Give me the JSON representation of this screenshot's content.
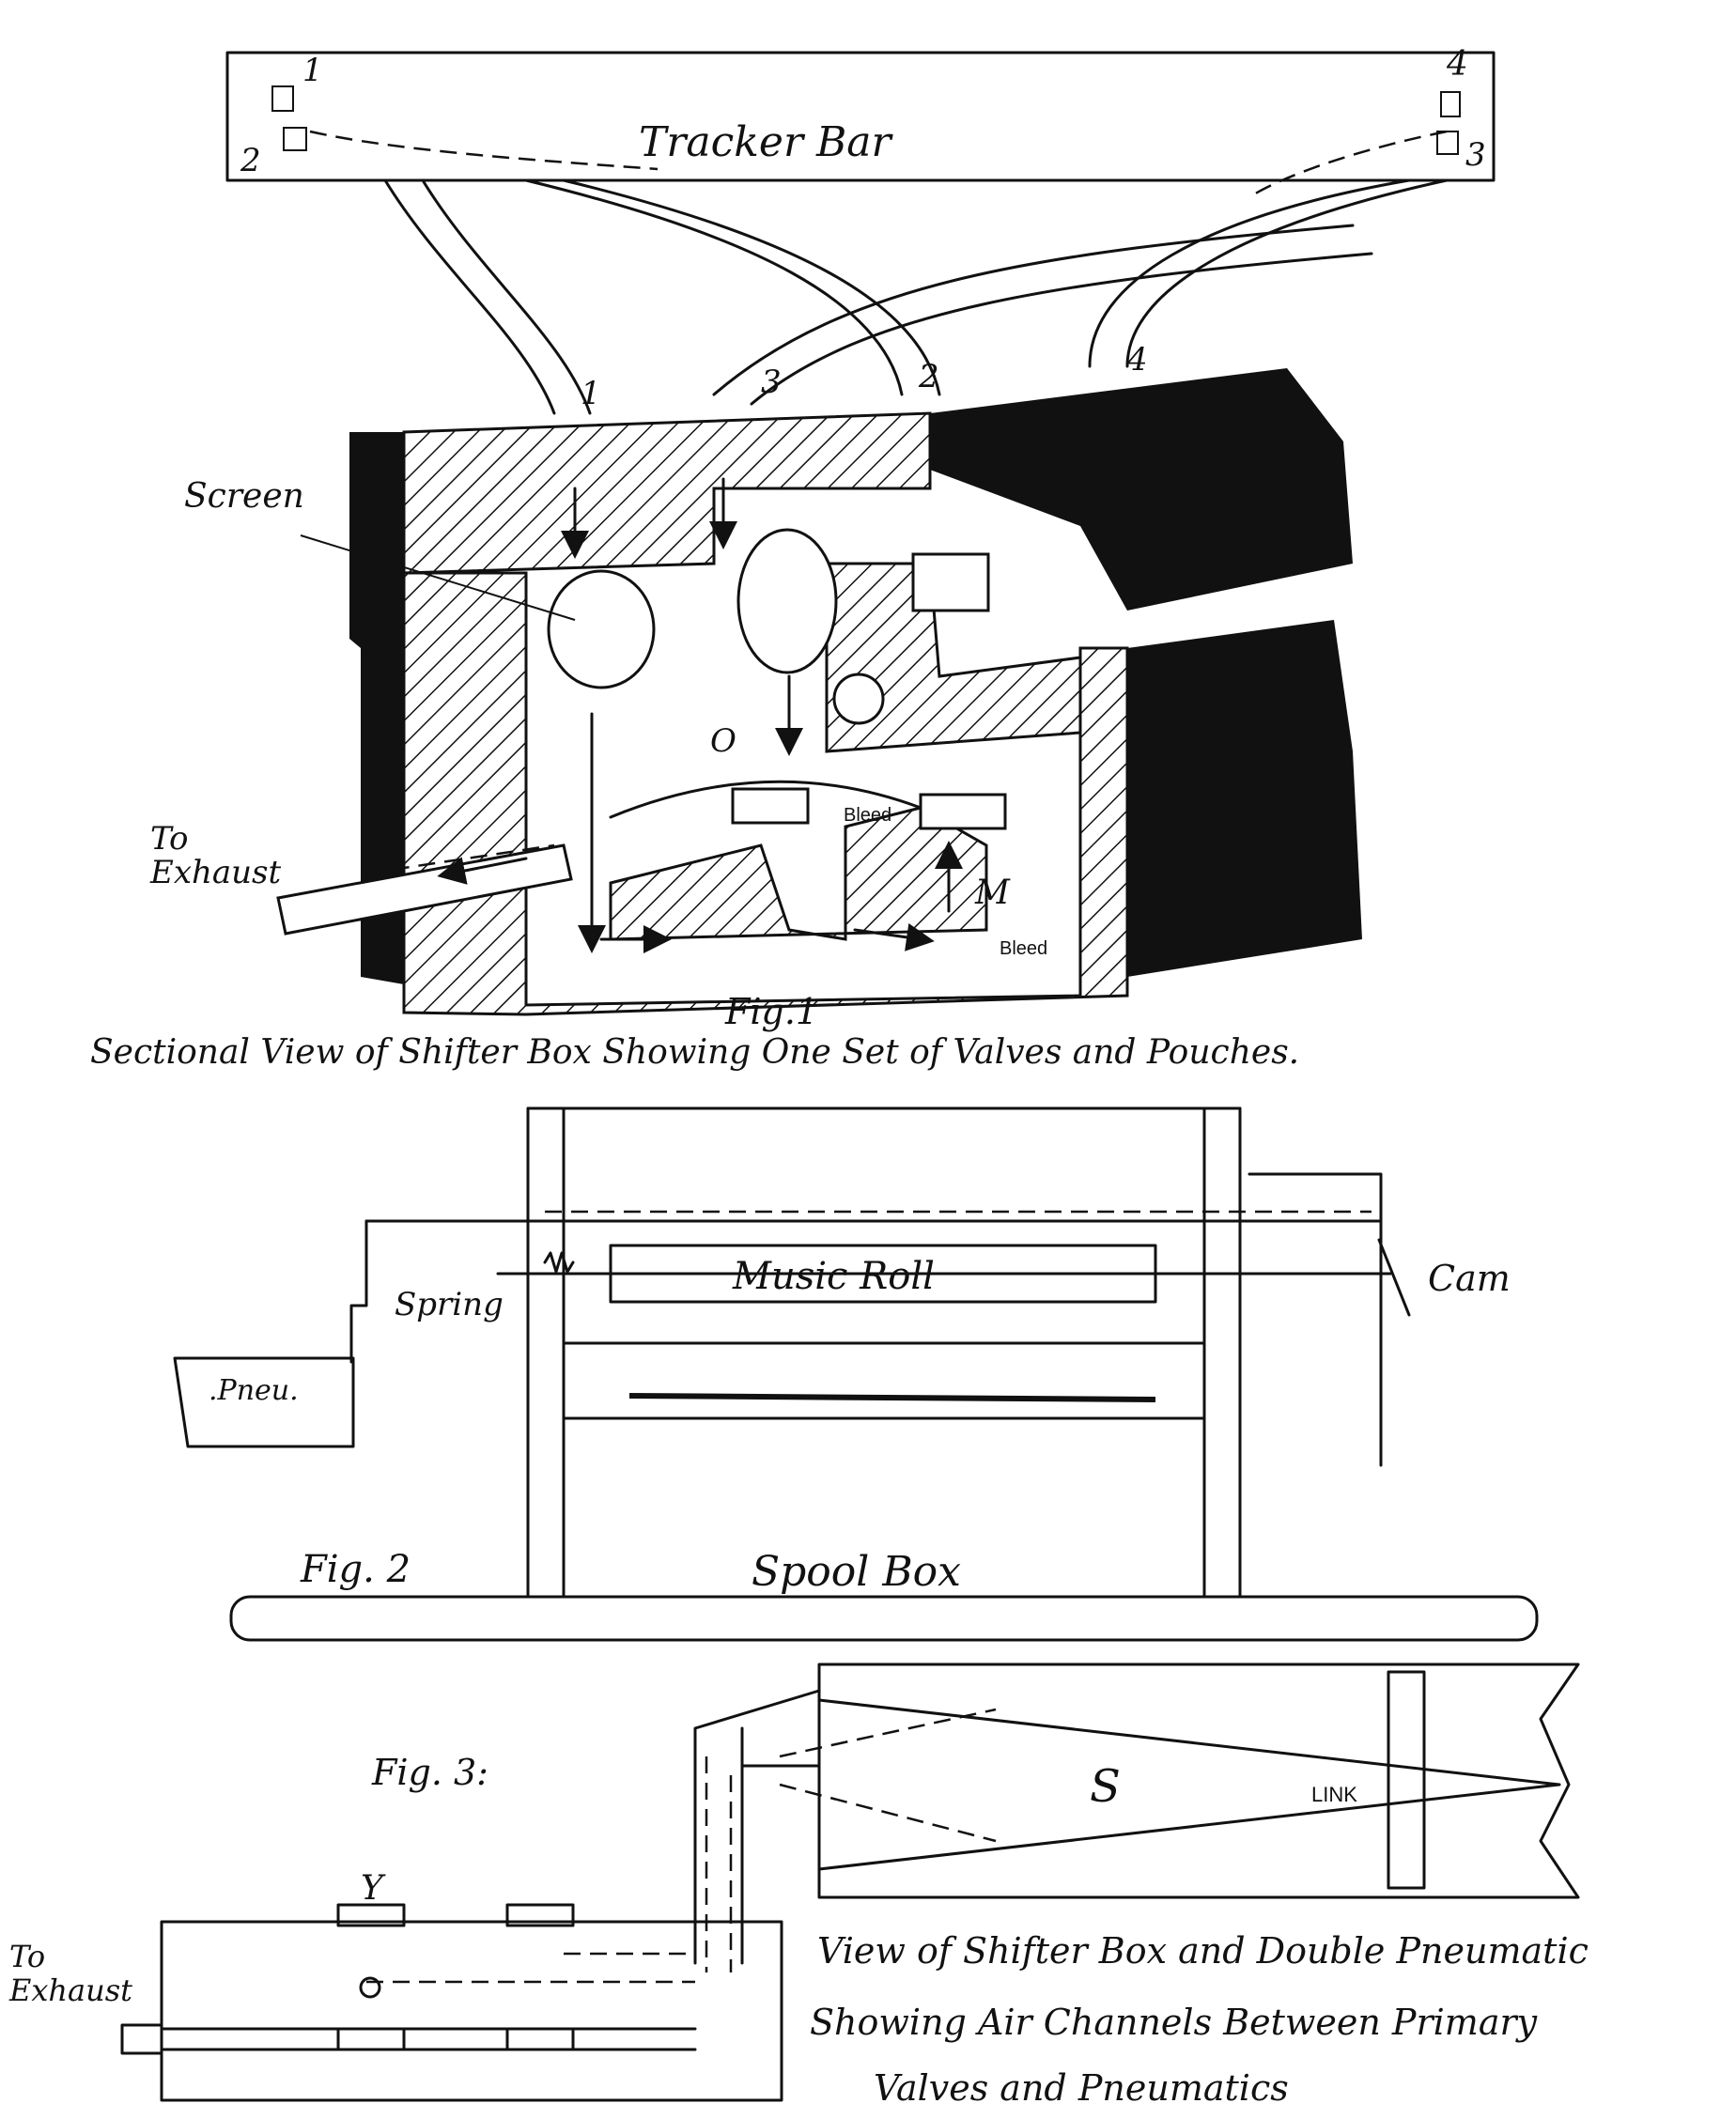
{
  "fig1": {
    "tracker_bar": "Tracker Bar",
    "port_numbers": [
      "1",
      "2",
      "3",
      "4"
    ],
    "tube_numbers": [
      "1",
      "3",
      "2",
      "4"
    ],
    "screen": "Screen",
    "to_exhaust": [
      "To",
      "Exhaust"
    ],
    "bleed_1": "Bleed",
    "bleed_2": "Bleed",
    "label_o": "O",
    "label_m": "M",
    "fig_label": "Fig.1",
    "caption": "Sectional View of Shifter Box Showing One Set of Valves and Pouches."
  },
  "fig2": {
    "music_roll": "Music Roll",
    "spring": "Spring",
    "cam": "Cam",
    "pneu": ".Pneu.",
    "fig_label": "Fig. 2",
    "spool_box": "Spool Box"
  },
  "fig3": {
    "fig_label": "Fig. 3:",
    "label_s": "S",
    "link": "LINK",
    "label_y": "Y",
    "to_exhaust": [
      "To",
      "Exhaust"
    ],
    "caption_lines": [
      "View of Shifter Box and Double Pneumatic",
      "Showing Air Channels Between Primary",
      "Valves and Pneumatics"
    ]
  }
}
